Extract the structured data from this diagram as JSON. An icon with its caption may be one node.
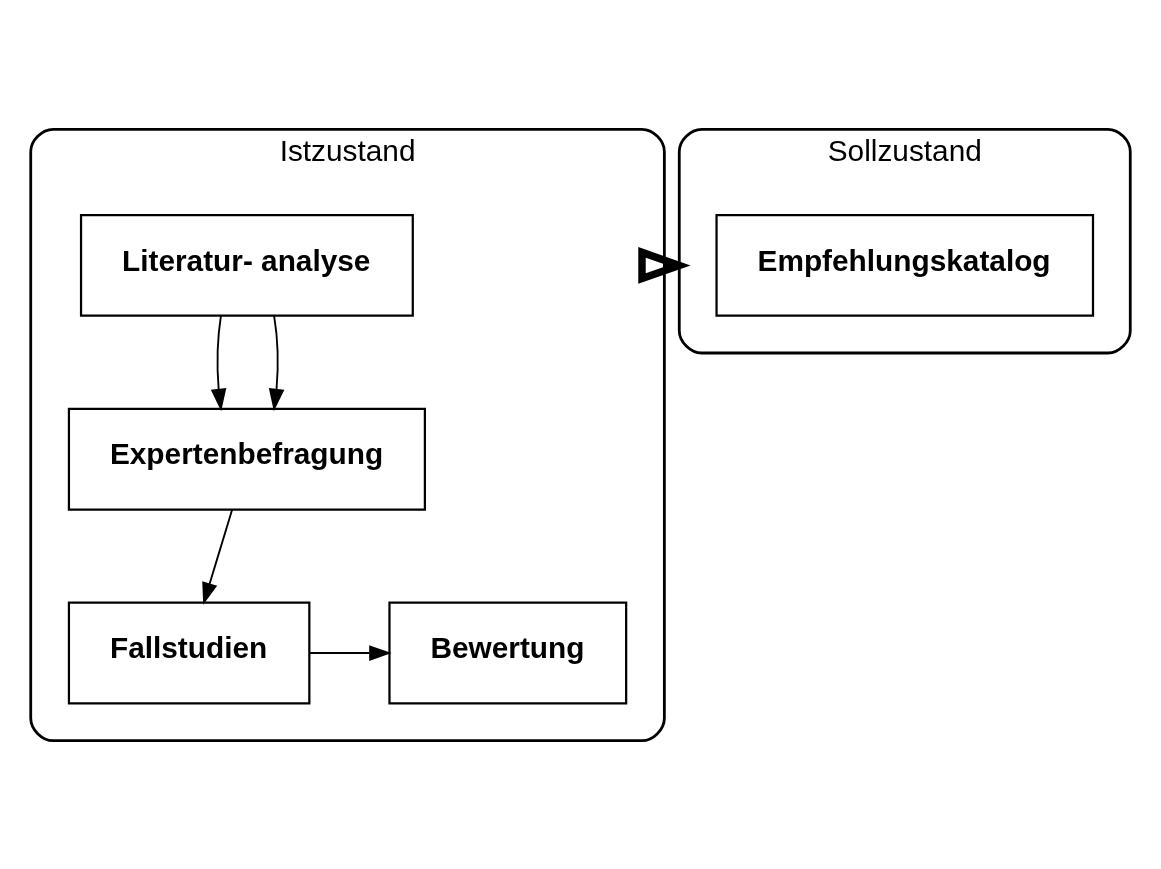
{
  "diagram": {
    "nodes": [
      {
        "text": [
          "Istzustand"
        ]
      },
      {
        "text": [
          "Literatur- analyse"
        ],
        "in": 0
      },
      {
        "text": [
          "Expertenbefragung"
        ],
        "in": 0
      },
      {
        "text": [
          "Fallstudien"
        ],
        "in": 0
      },
      {
        "text": [
          "Bewertung"
        ],
        "in": 0
      },
      {
        "text": [
          "Sollzustand"
        ]
      },
      {
        "text": [
          "Empfehlungskatalog"
        ],
        "in": 5
      }
    ],
    "edges": [
      {
        "from": 1,
        "to": 2,
        "arrow": "to"
      },
      {
        "from": 1,
        "to": 2,
        "arrow": "to"
      },
      {
        "from": 2,
        "to": 3,
        "arrow": "to"
      },
      {
        "from": 3,
        "to": 4,
        "arrow": "to"
      },
      {
        "from": 0,
        "to": 5,
        "arrow": "to",
        "style": "thick"
      }
    ]
  }
}
